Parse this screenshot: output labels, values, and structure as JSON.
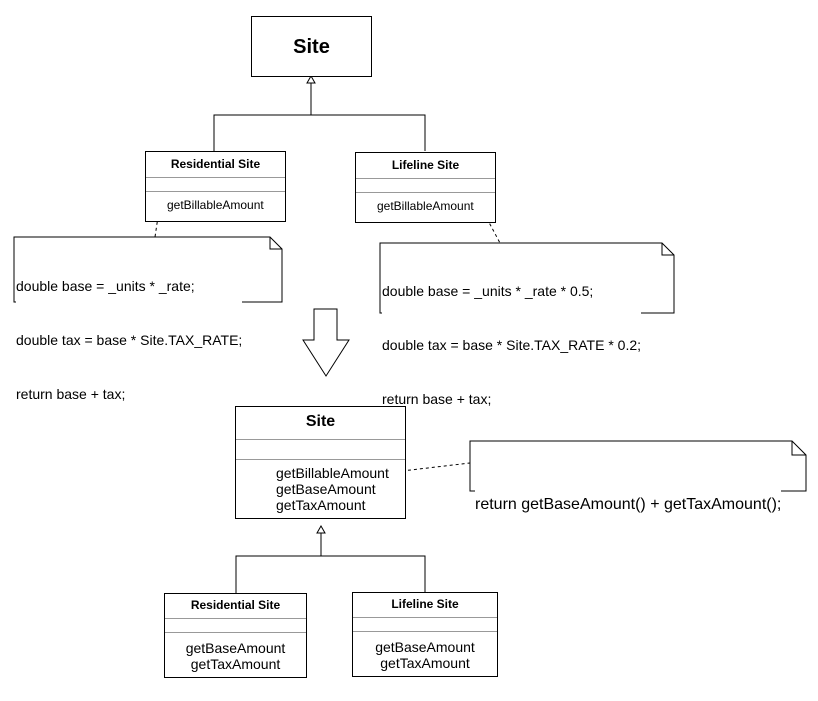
{
  "top": {
    "site": {
      "name": "Site"
    },
    "residential": {
      "name": "Residential Site",
      "methods": [
        "getBillableAmount"
      ]
    },
    "lifeline": {
      "name": "Lifeline Site",
      "methods": [
        "getBillableAmount"
      ]
    },
    "residential_note": {
      "lines": [
        "double base = _units * _rate;",
        "double tax = base * Site.TAX_RATE;",
        "return base + tax;"
      ]
    },
    "lifeline_note": {
      "lines": [
        "double base = _units * _rate * 0.5;",
        "double tax = base * Site.TAX_RATE * 0.2;",
        "return base + tax;"
      ]
    }
  },
  "bottom": {
    "site": {
      "name": "Site",
      "methods": [
        "getBillableAmount",
        "getBaseAmount",
        "getTaxAmount"
      ]
    },
    "note": {
      "lines": [
        "return getBaseAmount() + getTaxAmount();"
      ]
    },
    "residential": {
      "name": "Residential Site",
      "methods": [
        "getBaseAmount",
        "getTaxAmount"
      ]
    },
    "lifeline": {
      "name": "Lifeline Site",
      "methods": [
        "getBaseAmount",
        "getTaxAmount"
      ]
    }
  }
}
